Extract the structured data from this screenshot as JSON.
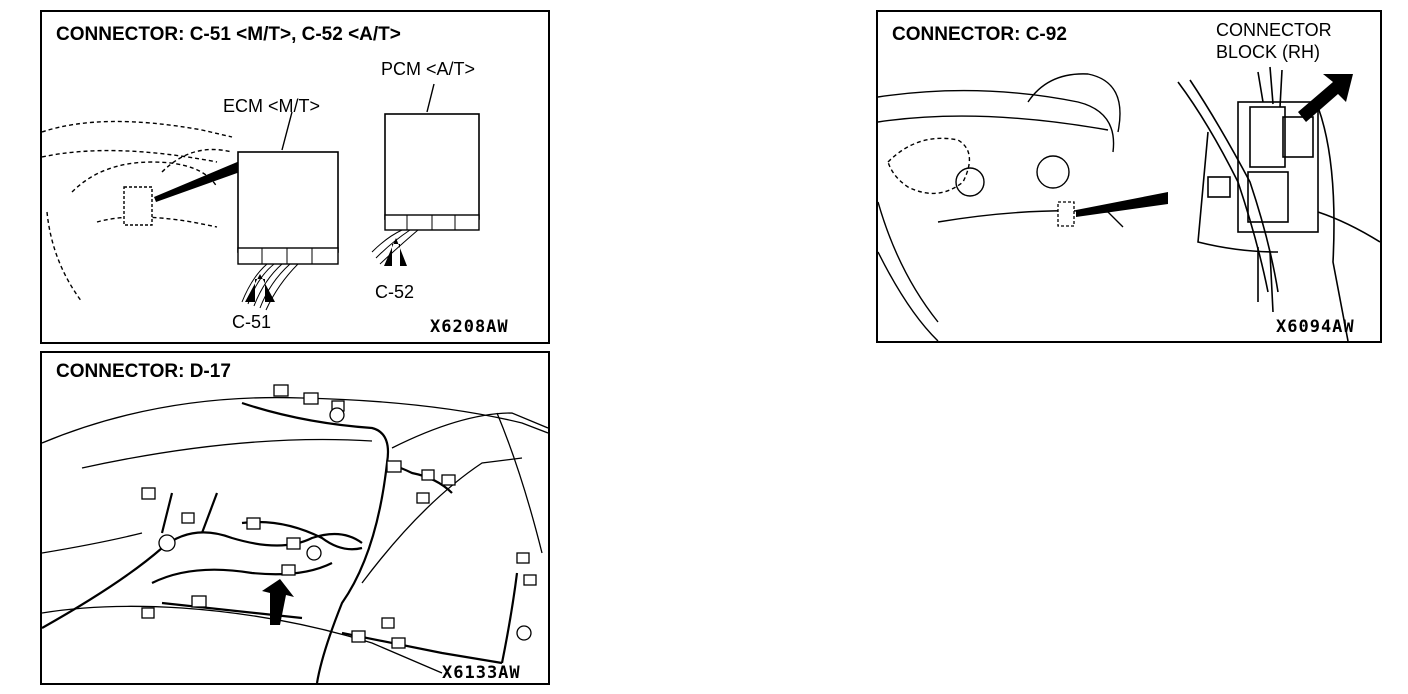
{
  "panels": {
    "c51": {
      "title": "CONNECTOR: C-51 <M/T>, C-52 <A/T>",
      "ecm_label": "ECM <M/T>",
      "pcm_label": "PCM <A/T>",
      "c51_label": "C-51",
      "c52_label": "C-52",
      "code": "X6208AW"
    },
    "d17": {
      "title": "CONNECTOR: D-17",
      "code": "X6133AW"
    },
    "c92": {
      "title": "CONNECTOR: C-92",
      "block_label_line1": "CONNECTOR",
      "block_label_line2": "BLOCK (RH)",
      "code": "X6094AW"
    }
  }
}
